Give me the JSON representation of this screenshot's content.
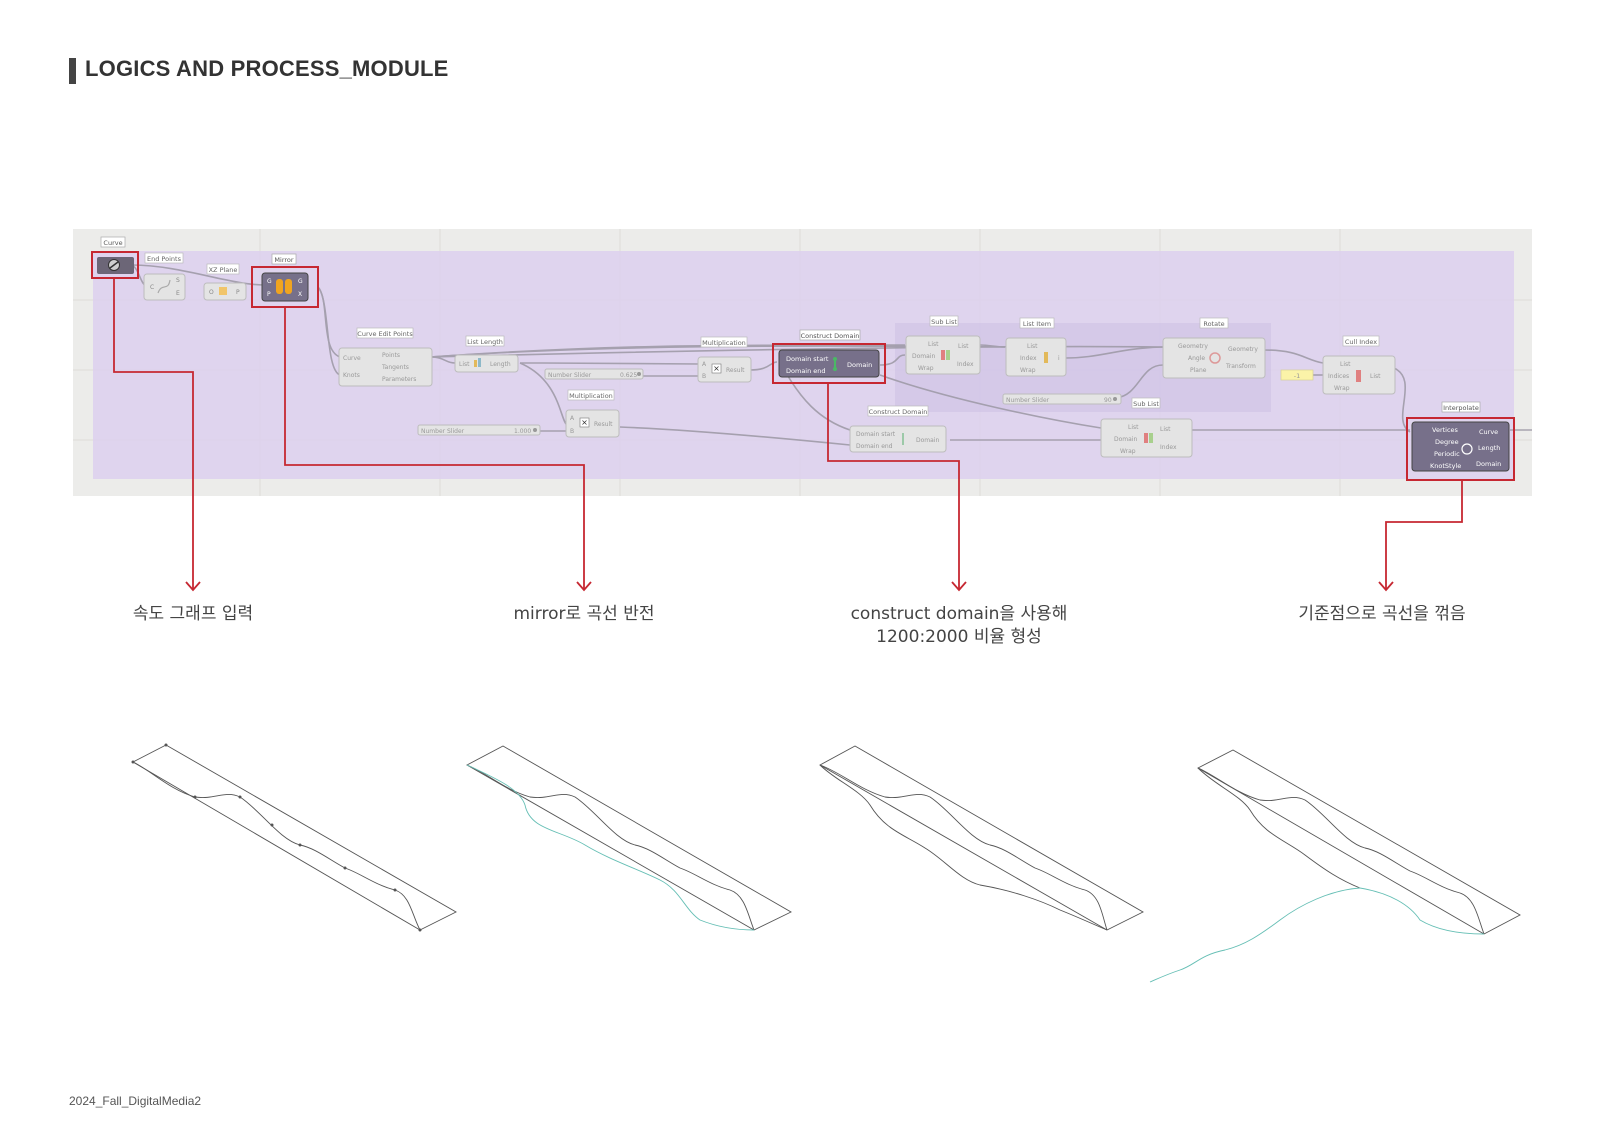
{
  "title": "LOGICS AND PROCESS_MODULE",
  "footer": "2024_Fall_DigitalMedia2",
  "captions": [
    {
      "text": "속도 그래프 입력"
    },
    {
      "text": "mirror로 곡선 반전"
    },
    {
      "text": "construct domain을 사용해\n1200:2000 비율 형성"
    },
    {
      "text": "기준점으로 곡선을 꺾음"
    }
  ],
  "nodes": {
    "curve": {
      "tag": "Curve"
    },
    "end_points": {
      "tag": "End Points",
      "in": [
        "C"
      ],
      "out": [
        "S",
        "E"
      ]
    },
    "xz_plane": {
      "tag": "XZ Plane",
      "in": [
        "O"
      ],
      "out": [
        "P"
      ]
    },
    "mirror": {
      "tag": "Mirror",
      "in": [
        "G",
        "P"
      ],
      "out": [
        "G",
        "X"
      ]
    },
    "curve_edit_points": {
      "tag": "Curve Edit Points",
      "in": [
        "Curve",
        "Knots"
      ],
      "out": [
        "Points",
        "Tangents",
        "Parameters"
      ]
    },
    "list_length": {
      "tag": "List Length",
      "in": [
        "List"
      ],
      "out": [
        "Length"
      ]
    },
    "multiplication_1": {
      "tag": "Multiplication",
      "in": [
        "A",
        "B"
      ],
      "out": [
        "Result"
      ]
    },
    "multiplication_2": {
      "tag": "Multiplication",
      "in": [
        "A",
        "B"
      ],
      "out": [
        "Result"
      ]
    },
    "construct_domain_1": {
      "tag": "Construct Domain",
      "in": [
        "Domain start",
        "Domain end"
      ],
      "out": [
        "Domain"
      ]
    },
    "construct_domain_2": {
      "tag": "Construct Domain",
      "in": [
        "Domain start",
        "Domain end"
      ],
      "out": [
        "Domain"
      ]
    },
    "sub_list_1": {
      "tag": "Sub List",
      "in": [
        "List",
        "Domain",
        "Wrap"
      ],
      "out": [
        "List",
        "Index"
      ]
    },
    "sub_list_2": {
      "tag": "Sub List",
      "in": [
        "List",
        "Domain",
        "Wrap"
      ],
      "out": [
        "List",
        "Index"
      ]
    },
    "list_item": {
      "tag": "List Item",
      "in": [
        "List",
        "Index",
        "Wrap"
      ],
      "out": [
        "i"
      ]
    },
    "rotate": {
      "tag": "Rotate",
      "in": [
        "Geometry",
        "Angle",
        "Plane"
      ],
      "out": [
        "Geometry",
        "Transform"
      ]
    },
    "cull_index": {
      "tag": "Cull Index",
      "in": [
        "List",
        "Indices",
        "Wrap"
      ],
      "out": [
        "List"
      ]
    },
    "interpolate": {
      "tag": "Interpolate",
      "in": [
        "Vertices",
        "Degree",
        "Periodic",
        "KnotStyle"
      ],
      "out": [
        "Curve",
        "Length",
        "Domain"
      ]
    },
    "panel_value": "-1"
  },
  "sliders": [
    {
      "label": "Number Slider",
      "value": "0.625"
    },
    {
      "label": "Number Slider",
      "value": "1.000"
    },
    {
      "label": "Number Slider",
      "value": "90"
    }
  ],
  "colors": {
    "highlight": "#c62832",
    "group_fill": "#ddd0ee",
    "canvas_bg": "#ececea",
    "node_fill": "#e4e4e4",
    "node_active": "#77708a",
    "arrow": "#c62832",
    "curve_teal": "#66bfb5"
  }
}
